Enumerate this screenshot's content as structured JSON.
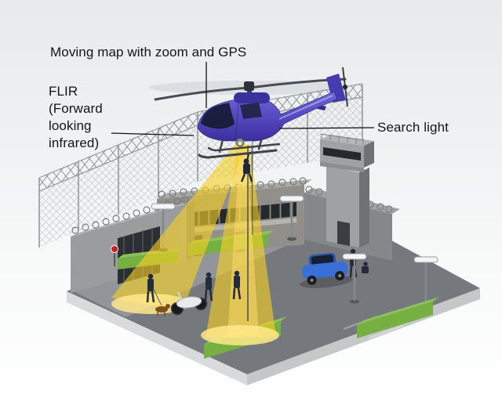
{
  "figure": {
    "title": "Police helicopter hovering over prison compound - labeled diagram",
    "labels": {
      "moving_map": "Moving map with zoom and GPS",
      "flir": "FLIR\n(Forward\nlooking\ninfrared)",
      "search_light": "Search light"
    },
    "colors": {
      "label_text": "#141414",
      "leader_line": "#111111",
      "helicopter_body": "#5a4fc8",
      "helicopter_dark": "#3c2f9e",
      "beam_yellow": "#f6ce25",
      "beam_glow": "#ffe98a",
      "asphalt": "#75787c",
      "concrete": "#9b9c9e",
      "hedge_green": "#76b043",
      "car_blue": "#3a6fd8",
      "background_top": "#e8eaec"
    }
  }
}
